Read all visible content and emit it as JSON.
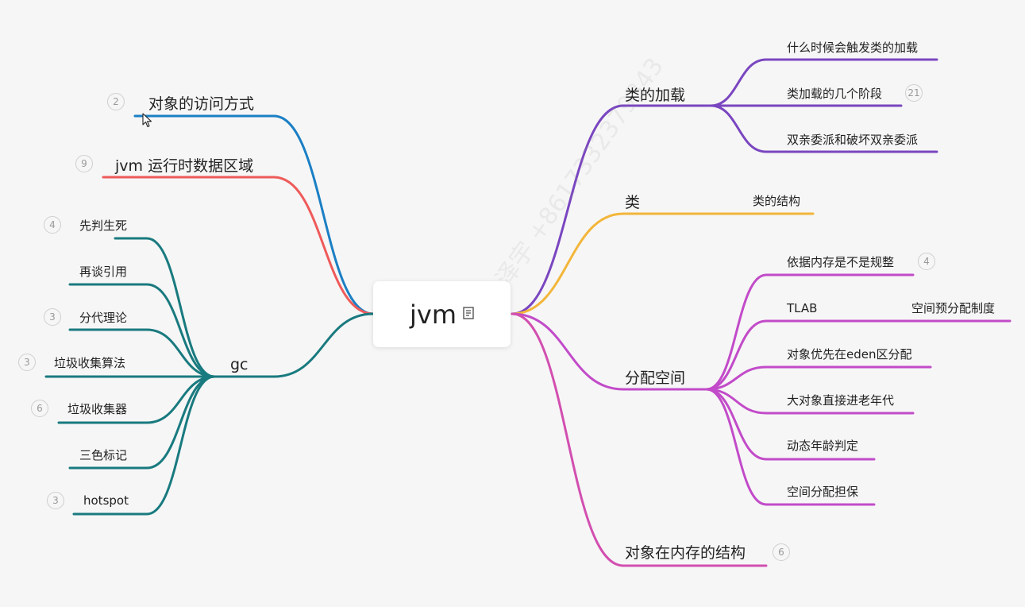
{
  "root": {
    "label": "jvm",
    "note_icon": "note-icon"
  },
  "watermark": "白泽宇 +8617332379343",
  "colors": {
    "blue": "#1b7fc4",
    "red": "#ef5a5a",
    "teal": "#197a7f",
    "purple": "#7a46c0",
    "orange": "#f3b63a",
    "magenta": "#c24bc9",
    "pink": "#d24fb0"
  },
  "left": {
    "access": {
      "label": "对象的访问方式",
      "badge": "2"
    },
    "runtime": {
      "label": "jvm 运行时数据区域",
      "badge": "9"
    },
    "gc": {
      "label": "gc",
      "children": [
        {
          "label": "先判生死",
          "badge": "4"
        },
        {
          "label": "再谈引用",
          "badge": ""
        },
        {
          "label": "分代理论",
          "badge": "3"
        },
        {
          "label": "垃圾收集算法",
          "badge": "3"
        },
        {
          "label": "垃圾收集器",
          "badge": "6"
        },
        {
          "label": "三色标记",
          "badge": ""
        },
        {
          "label": "hotspot",
          "badge": "3"
        }
      ]
    }
  },
  "right": {
    "loading": {
      "label": "类的加载",
      "children": [
        {
          "label": "什么时候会触发类的加载",
          "badge": ""
        },
        {
          "label": "类加载的几个阶段",
          "badge": "21"
        },
        {
          "label": "双亲委派和破坏双亲委派",
          "badge": ""
        }
      ]
    },
    "class": {
      "label": "类",
      "child": "类的结构"
    },
    "alloc": {
      "label": "分配空间",
      "children": [
        {
          "label": "依据内存是不是规整",
          "badge": "4"
        },
        {
          "label": "TLAB",
          "badge": ""
        },
        {
          "label": "对象优先在eden区分配",
          "badge": ""
        },
        {
          "label": "大对象直接进老年代",
          "badge": ""
        },
        {
          "label": "动态年龄判定",
          "badge": ""
        },
        {
          "label": "空间分配担保",
          "badge": ""
        }
      ],
      "tlab_child": "空间预分配制度"
    },
    "layout": {
      "label": "对象在内存的结构",
      "badge": "6"
    }
  }
}
